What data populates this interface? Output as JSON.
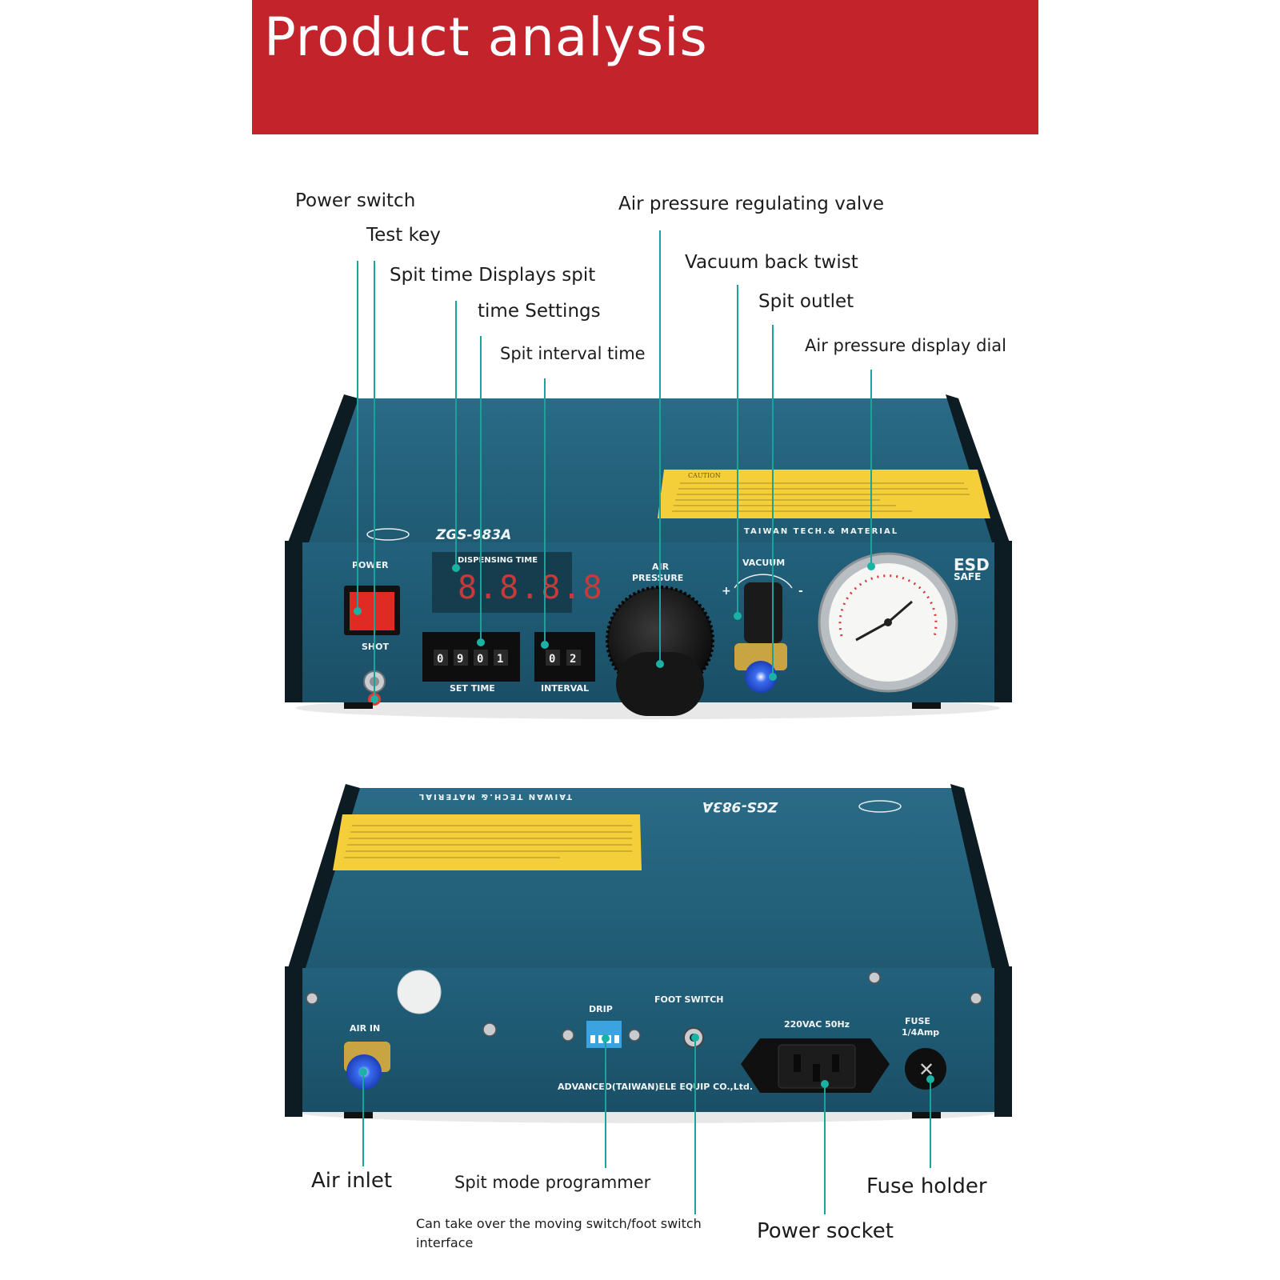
{
  "banner": {
    "title": "Product analysis",
    "color": "#c3232b"
  },
  "front_labels": {
    "power_switch": "Power switch",
    "test_key": "Test key",
    "spit_time_line1": "Spit time Displays spit",
    "spit_time_line2": "time Settings",
    "spit_interval": "Spit interval time",
    "air_pressure_valve": "Air pressure regulating valve",
    "vacuum_back_twist": "Vacuum back twist",
    "spit_outlet": "Spit outlet",
    "air_pressure_dial": "Air pressure display dial"
  },
  "front_panel": {
    "brand": "ZGS-983A",
    "tagline": "TAIWAN TECH.& MATERIAL",
    "caution": "CAUTION",
    "power": "POWER",
    "shot": "SHOT",
    "dispensing_time": "DISPENSING TIME",
    "display_value": "8.8.8.8",
    "set_time_label": "SET TIME",
    "set_time_digits": [
      "0",
      "9",
      "0",
      "1"
    ],
    "interval_label": "INTERVAL",
    "interval_digits": [
      "0",
      "2"
    ],
    "air_pressure_l1": "AIR",
    "air_pressure_l2": "PRESSURE",
    "vacuum": "VACUUM",
    "plus": "+",
    "minus": "-",
    "esd_l1": "ESD",
    "esd_l2": "SAFE"
  },
  "back_panel": {
    "air_in": "AIR IN",
    "drip": "DRIP",
    "foot_switch": "FOOT SWITCH",
    "power_rating": "220VAC 50Hz",
    "fuse_l1": "FUSE",
    "fuse_l2": "1/4Amp",
    "maker": "ADVANCED(TAIWAN)ELE EQUIP CO.,Ltd.",
    "brand_mirrored": "ZGS-983A",
    "tagline_mirrored": "TAIWAN TECH.& MATERIAL"
  },
  "back_labels": {
    "air_inlet": "Air inlet",
    "spit_mode": "Spit mode programmer",
    "foot_note_l1": "Can take over the moving switch/foot switch",
    "foot_note_l2": "interface",
    "power_socket": "Power socket",
    "fuse_holder": "Fuse holder"
  },
  "colors": {
    "body": "#1f5a72",
    "leader": "#1aa39a",
    "caution_label": "#f4cf3a",
    "power_button": "#e02a24"
  }
}
